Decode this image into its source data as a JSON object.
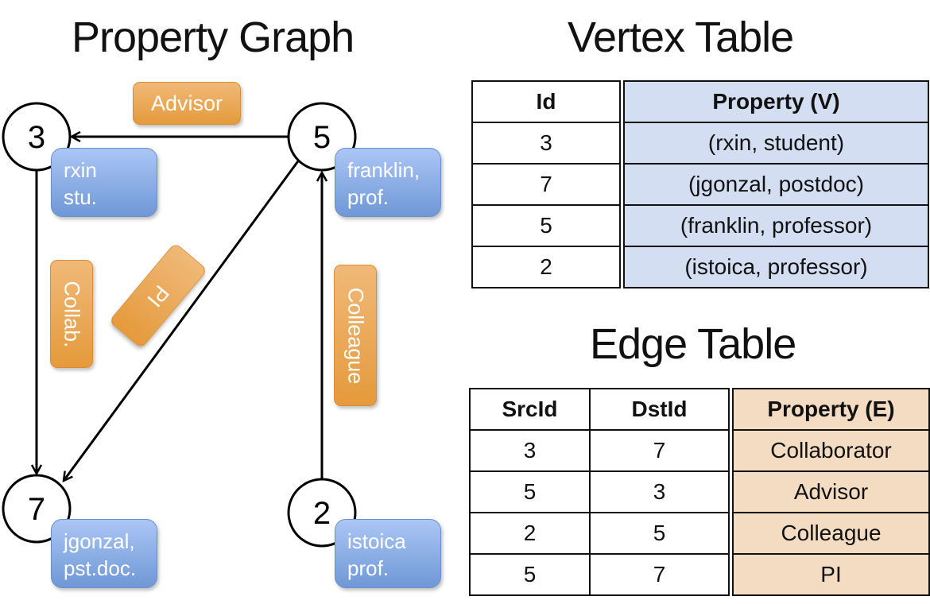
{
  "graph": {
    "title": "Property Graph",
    "nodes": [
      {
        "id": "3",
        "label": "rxin\nstu."
      },
      {
        "id": "5",
        "label": "franklin,\nprof."
      },
      {
        "id": "7",
        "label": "jgonzal,\npst.doc."
      },
      {
        "id": "2",
        "label": "istoica\nprof."
      }
    ],
    "edge_labels": {
      "advisor": "Advisor",
      "collab": "Collab.",
      "pi": "PI",
      "colleague": "Colleague"
    },
    "colors": {
      "vertex_box": "#7fa4e0",
      "edge_box": "#e9a550"
    }
  },
  "vertex_table": {
    "title": "Vertex Table",
    "headers": [
      "Id",
      "Property (V)"
    ],
    "rows": [
      [
        "3",
        "(rxin, student)"
      ],
      [
        "7",
        "(jgonzal, postdoc)"
      ],
      [
        "5",
        "(franklin, professor)"
      ],
      [
        "2",
        "(istoica, professor)"
      ]
    ],
    "color": "#d3def2"
  },
  "edge_table": {
    "title": "Edge Table",
    "headers": [
      "SrcId",
      "DstId",
      "Property (E)"
    ],
    "rows": [
      [
        "3",
        "7",
        "Collaborator"
      ],
      [
        "5",
        "3",
        "Advisor"
      ],
      [
        "2",
        "5",
        "Colleague"
      ],
      [
        "5",
        "7",
        "PI"
      ]
    ],
    "color": "#f4dcc2"
  }
}
